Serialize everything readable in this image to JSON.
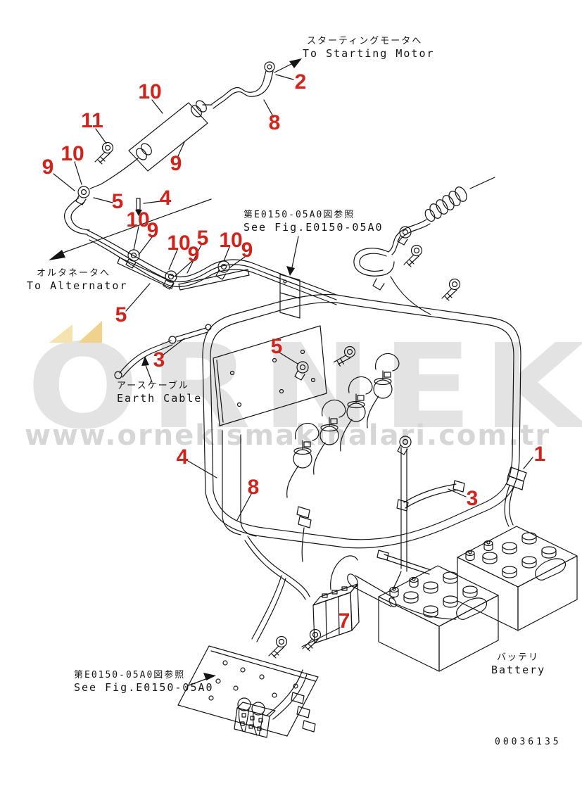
{
  "page": {
    "background": "#ffffff",
    "type": "parts-diagram"
  },
  "colors": {
    "line": "#141414",
    "callout_red": "#cf241c",
    "watermark_gray": "#e3e3e3",
    "watermark_url_gray": "#d6d6d6",
    "watermark_yellow_light": "#f6e2ae",
    "watermark_yellow_dark": "#f0d28c"
  },
  "labels": {
    "starting_motor": {
      "jp": "スターティングモータへ",
      "en": "To Starting Motor"
    },
    "alternator": {
      "jp": "オルタネータへ",
      "en": "To Alternator"
    },
    "see_fig_top": {
      "jp": "第E0150-05A0図参照",
      "en": "See Fig.E0150-05A0"
    },
    "earth_cable": {
      "jp": "アースケーブル",
      "en": "Earth Cable"
    },
    "see_fig_bottom": {
      "jp": "第E0150-05A0図参照",
      "en": "See Fig.E0150-05A0"
    },
    "battery": {
      "jp": "バッテリ",
      "en": "Battery"
    }
  },
  "part_number": "00036135",
  "watermark": {
    "logo_text": "ORNEK",
    "url_text": "www.ornekismakinalari.com.tr"
  },
  "callouts": [
    {
      "n": "2"
    },
    {
      "n": "8"
    },
    {
      "n": "10"
    },
    {
      "n": "9"
    },
    {
      "n": "11"
    },
    {
      "n": "10"
    },
    {
      "n": "9"
    },
    {
      "n": "5"
    },
    {
      "n": "4"
    },
    {
      "n": "10"
    },
    {
      "n": "9"
    },
    {
      "n": "5"
    },
    {
      "n": "10"
    },
    {
      "n": "9"
    },
    {
      "n": "10"
    },
    {
      "n": "9"
    },
    {
      "n": "5"
    },
    {
      "n": "5"
    },
    {
      "n": "3"
    },
    {
      "n": "4"
    },
    {
      "n": "8"
    },
    {
      "n": "1"
    },
    {
      "n": "3"
    },
    {
      "n": "7"
    }
  ]
}
